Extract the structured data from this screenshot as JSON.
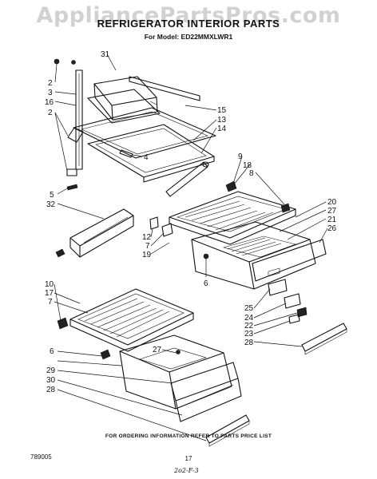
{
  "watermark": "AppliancePartsPros.com",
  "header": {
    "title": "REFRIGERATOR INTERIOR PARTS",
    "model": "For Model: ED22MMXLWR1"
  },
  "callouts": [
    {
      "id": "c-2a",
      "text": "2"
    },
    {
      "id": "c-3",
      "text": "3"
    },
    {
      "id": "c-16",
      "text": "16"
    },
    {
      "id": "c-2b",
      "text": "2"
    },
    {
      "id": "c-31",
      "text": "31"
    },
    {
      "id": "c-15",
      "text": "15"
    },
    {
      "id": "c-13",
      "text": "13"
    },
    {
      "id": "c-14",
      "text": "14"
    },
    {
      "id": "c-4",
      "text": "4"
    },
    {
      "id": "c-5",
      "text": "5"
    },
    {
      "id": "c-32",
      "text": "32"
    },
    {
      "id": "c-9",
      "text": "9"
    },
    {
      "id": "c-18",
      "text": "18"
    },
    {
      "id": "c-8",
      "text": "8"
    },
    {
      "id": "c-20",
      "text": "20"
    },
    {
      "id": "c-27a",
      "text": "27"
    },
    {
      "id": "c-21",
      "text": "21"
    },
    {
      "id": "c-26",
      "text": "26"
    },
    {
      "id": "c-12",
      "text": "12"
    },
    {
      "id": "c-7a",
      "text": "7"
    },
    {
      "id": "c-19",
      "text": "19"
    },
    {
      "id": "c-6a",
      "text": "6"
    },
    {
      "id": "c-10",
      "text": "10"
    },
    {
      "id": "c-17",
      "text": "17"
    },
    {
      "id": "c-7b",
      "text": "7"
    },
    {
      "id": "c-25",
      "text": "25"
    },
    {
      "id": "c-24",
      "text": "24"
    },
    {
      "id": "c-22",
      "text": "22"
    },
    {
      "id": "c-23",
      "text": "23"
    },
    {
      "id": "c-28a",
      "text": "28"
    },
    {
      "id": "c-27b",
      "text": "27"
    },
    {
      "id": "c-6b",
      "text": "6"
    },
    {
      "id": "c-29",
      "text": "29"
    },
    {
      "id": "c-30",
      "text": "30"
    },
    {
      "id": "c-28b",
      "text": "28"
    }
  ],
  "footer": {
    "ordering_note": "FOR ORDERING INFORMATION REFER TO PARTS PRICE LIST",
    "doc_code": "789005",
    "page": "17",
    "signature": "2o2-F-3"
  }
}
